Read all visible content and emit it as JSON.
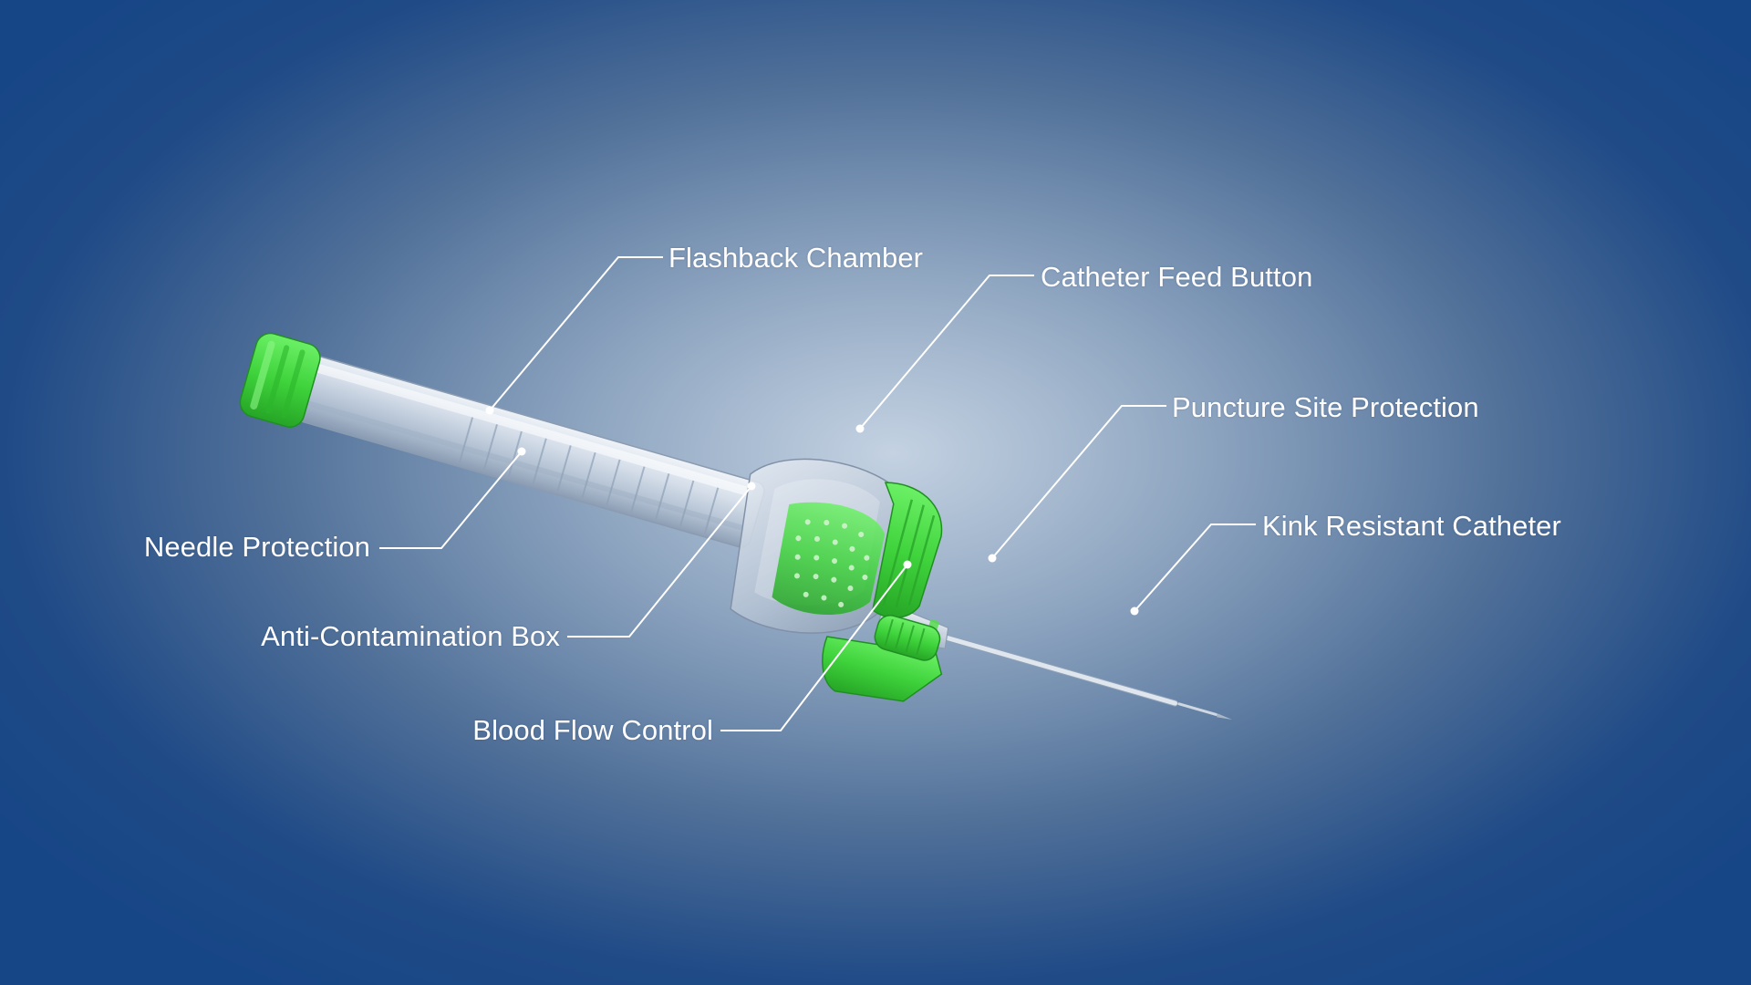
{
  "colors": {
    "accent_green": "#3fd33c",
    "leader_line": "#ffffff",
    "label_text": "#ffffff",
    "background_center": "#c4d2e2",
    "background_edge": "#174686"
  },
  "device": {
    "icon": "iv-catheter-icon"
  },
  "callouts": {
    "flashback_chamber": "Flashback Chamber",
    "catheter_feed_button": "Catheter Feed Button",
    "puncture_site_protection": "Puncture Site Protection",
    "kink_resistant_catheter": "Kink Resistant Catheter",
    "needle_protection": "Needle Protection",
    "anti_contamination_box": "Anti-Contamination Box",
    "blood_flow_control": "Blood Flow Control"
  }
}
